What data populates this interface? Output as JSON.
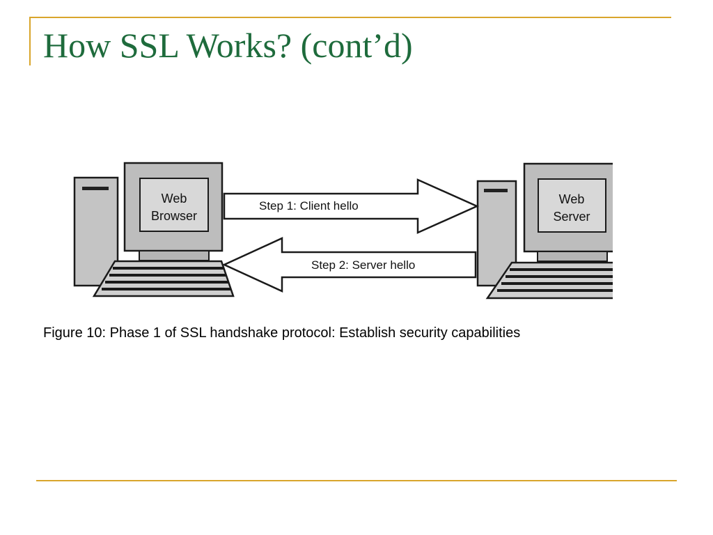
{
  "slide": {
    "title": "How SSL Works? (cont’d)",
    "caption": "Figure 10: Phase 1 of SSL handshake protocol: Establish security capabilities",
    "title_color": "#1e6b3c",
    "accent_color": "#d9a52b"
  },
  "diagram": {
    "client": {
      "label_line1": "Web",
      "label_line2": "Browser"
    },
    "server": {
      "label_line1": "Web",
      "label_line2": "Server"
    },
    "arrows": [
      {
        "label": "Step 1: Client hello",
        "direction": "right"
      },
      {
        "label": "Step 2: Server hello",
        "direction": "left"
      }
    ]
  }
}
